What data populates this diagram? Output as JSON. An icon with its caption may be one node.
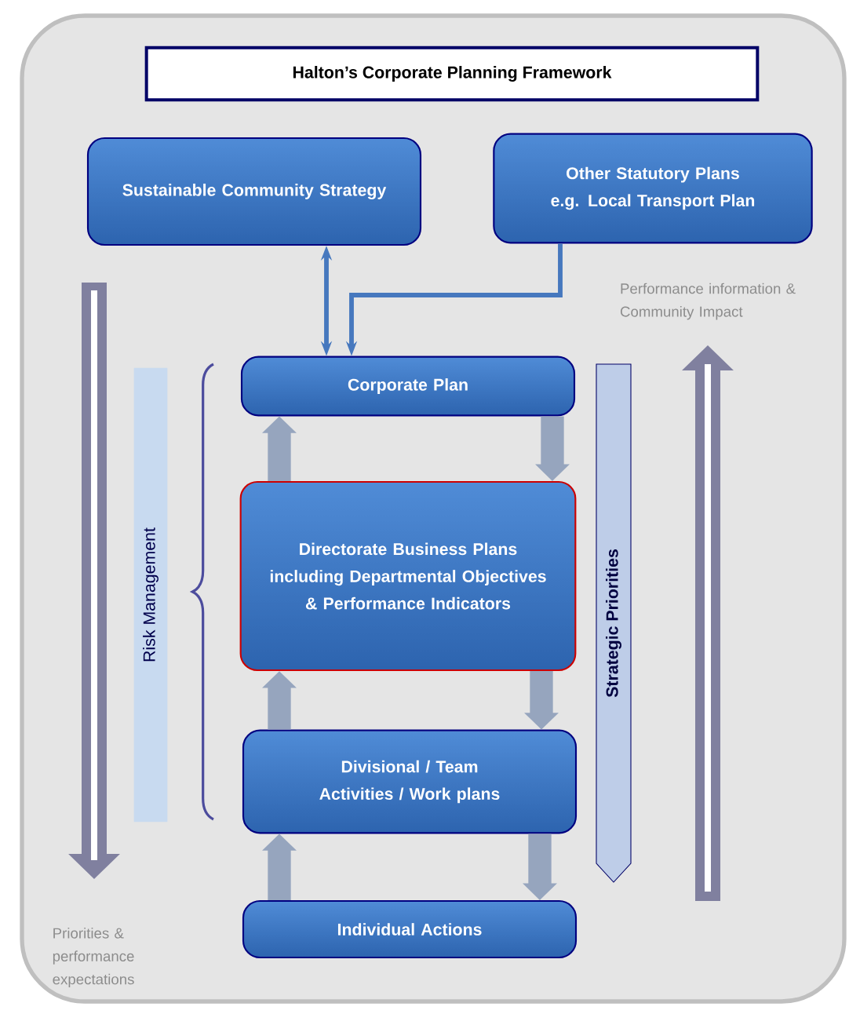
{
  "diagram": {
    "title": "Halton’s Corporate Planning Framework",
    "nodes": [
      {
        "text": [
          "Sustainable Community Strategy"
        ]
      },
      {
        "text": [
          "Other Statutory Plans e.g. Local Transport Plan"
        ]
      },
      {
        "text": [
          "Corporate Plan"
        ]
      },
      {
        "text": [
          "Directorate Business Plans including Departmental Objectives & Performance Indicators"
        ]
      },
      {
        "text": [
          "Divisional / Team Activities / Work plans"
        ]
      },
      {
        "text": [
          "Individual Actions"
        ]
      },
      {
        "text": [
          "Risk Management"
        ]
      },
      {
        "text": [
          "Strategic Priorities"
        ]
      }
    ],
    "edges": [
      {
        "from": 0,
        "to": 2,
        "arrow": "both"
      },
      {
        "from": 1,
        "to": 2,
        "arrow": "to"
      },
      {
        "from": 3,
        "to": 2,
        "arrow": "to"
      },
      {
        "from": 2,
        "to": 3,
        "arrow": "to"
      },
      {
        "from": 4,
        "to": 3,
        "arrow": "to"
      },
      {
        "from": 3,
        "to": 4,
        "arrow": "to"
      },
      {
        "from": 5,
        "to": 4,
        "arrow": "to"
      },
      {
        "from": 4,
        "to": 5,
        "arrow": "to"
      }
    ],
    "labels": [
      "Performance information & Community Impact",
      "Priorities & performance expectations"
    ]
  }
}
